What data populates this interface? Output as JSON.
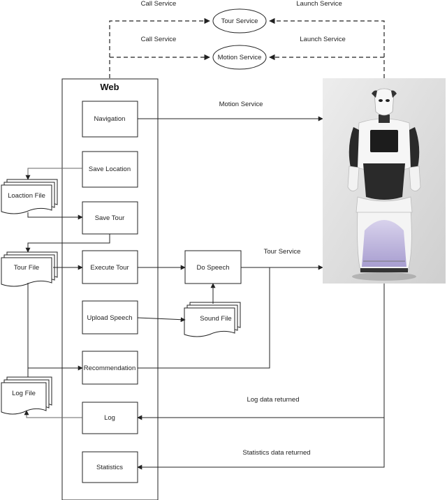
{
  "web_title": "Web",
  "modules": {
    "navigation": "Navigation",
    "save_location": "Save Location",
    "save_tour": "Save Tour",
    "execute_tour": "Execute Tour",
    "upload_speech": "Upload Speech",
    "recommendation": "Recommendation",
    "log": "Log",
    "statistics": "Statistics",
    "do_speech": "Do Speech"
  },
  "files": {
    "location_file": "Loaction File",
    "tour_file": "Tour File",
    "log_file": "Log File",
    "sound_file": "Sound File"
  },
  "services": {
    "tour_service": "Tour Service",
    "motion_service": "Motion Service"
  },
  "edge_labels": {
    "call_service_top": "Call Service",
    "launch_service_top": "Launch Service",
    "call_service_mid": "Call Service",
    "launch_service_mid": "Launch Service",
    "motion_service": "Motion Service",
    "tour_service": "Tour Service",
    "log_data_returned": "Log data returned",
    "statistics_data_returned": "Statistics data returned"
  }
}
